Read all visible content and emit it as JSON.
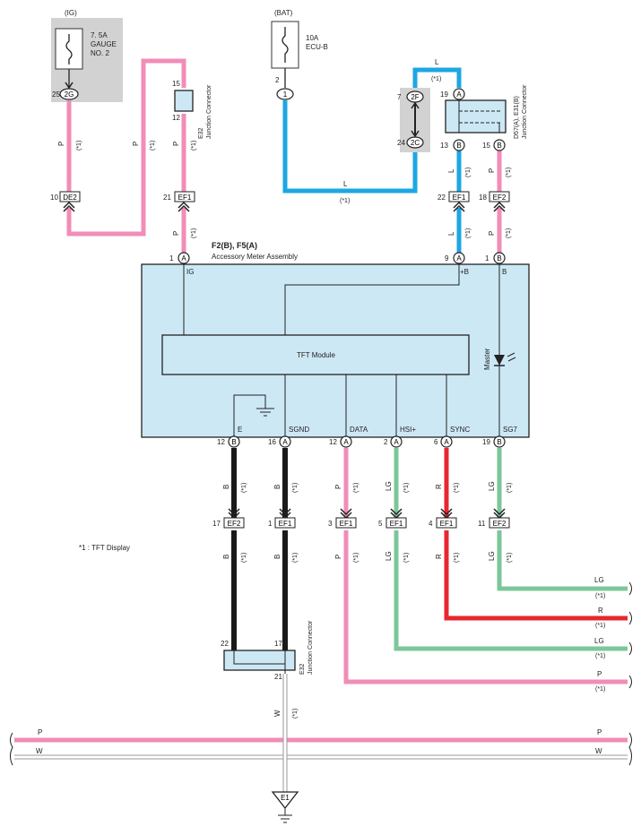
{
  "fuses": {
    "ig_group": "(IG)",
    "ig_fuse": [
      "7. 5A",
      "GAUGE",
      "NO. 2"
    ],
    "bat_group": "(BAT)",
    "bat_fuse": [
      "10A",
      "ECU-B"
    ]
  },
  "assembly": {
    "id": "F2(B), F5(A)",
    "name": "Accessory Meter Assembly",
    "tft_module": "TFT Module",
    "master": "Master",
    "pins_top": {
      "ig": "IG",
      "plus_b": "+B",
      "b": "B"
    },
    "pins_bottom": {
      "e": "E",
      "sgnd": "SGND",
      "data": "DATA",
      "hsi": "HSI+",
      "sync": "SYNC",
      "sg7": "SG7"
    }
  },
  "junctions": {
    "e32": "E32",
    "e32_desc": "Junction Connector",
    "d57": "D57(A), E31(B)",
    "d57_desc": "Junction Connector"
  },
  "connectors": {
    "de2": "DE2",
    "ef1": "EF1",
    "ef2": "EF2",
    "pin_2g": "2G",
    "pin_1": "1",
    "pin_2f": "2F",
    "pin_2c": "2C",
    "a": "A",
    "b": "B"
  },
  "wires": {
    "p": "P",
    "l": "L",
    "b": "B",
    "lg": "LG",
    "r": "R",
    "w": "W",
    "note": "(*1)"
  },
  "pin_numbers": {
    "n25": "25",
    "n2": "2",
    "n7": "7",
    "n24": "24",
    "n19": "19",
    "n13": "13",
    "n15": "15",
    "n12": "12",
    "n10": "10",
    "n21": "21",
    "n22": "22",
    "n18": "18",
    "n1": "1",
    "n9": "9",
    "n16": "16",
    "n6": "6",
    "n17": "17",
    "n3": "3",
    "n5": "5",
    "n4": "4",
    "n11": "11"
  },
  "ground": "E1",
  "footnote": "*1 : TFT Display",
  "colors": {
    "pink": "#F28CB8",
    "blue": "#1DA7E2",
    "black": "#1a1a1a",
    "green": "#7CC79A",
    "red": "#E8262F",
    "white_wire": "#d9d9d9",
    "box_fill": "#CDE8F5",
    "grey_box": "#D2D2D2"
  }
}
